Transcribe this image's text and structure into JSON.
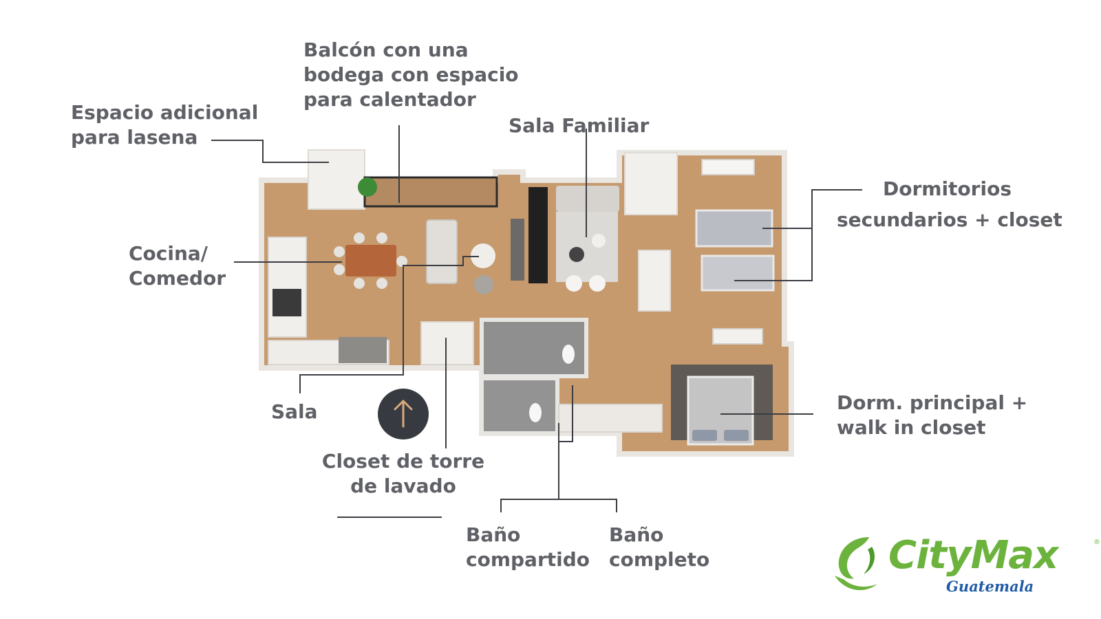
{
  "labels": {
    "balcon": [
      "Balcón con una",
      "bodega con espacio",
      "para calentador"
    ],
    "espacio": [
      "Espacio adicional",
      "para lasena"
    ],
    "sala_familiar": "Sala Familiar",
    "dormitorios": [
      "Dormitorios",
      "secundarios + closet"
    ],
    "cocina": [
      "Cocina/",
      "Comedor"
    ],
    "sala": "Sala",
    "closet_torre": [
      "Closet de torre",
      "de lavado"
    ],
    "dorm_principal": [
      "Dorm. principal +",
      "walk in closet"
    ],
    "bano_compartido": [
      "Baño",
      "compartido"
    ],
    "bano_completo": [
      "Baño",
      "completo"
    ]
  },
  "logo": {
    "brand": "CityMax",
    "registered": "®",
    "region": "Guatemala"
  },
  "colors": {
    "text": "#5f6166",
    "leader": "#3b3d42",
    "floor_wood": "#c79a6e",
    "wall": "#f2f0ed",
    "compass_bg": "#373a40",
    "compass_arrow": "#d8a97d",
    "brand_green": "#6cb33e",
    "brand_blue": "#1f5aa6"
  },
  "icons": {
    "compass": "north-arrow-icon",
    "logo": "citymax-leaf-icon"
  }
}
